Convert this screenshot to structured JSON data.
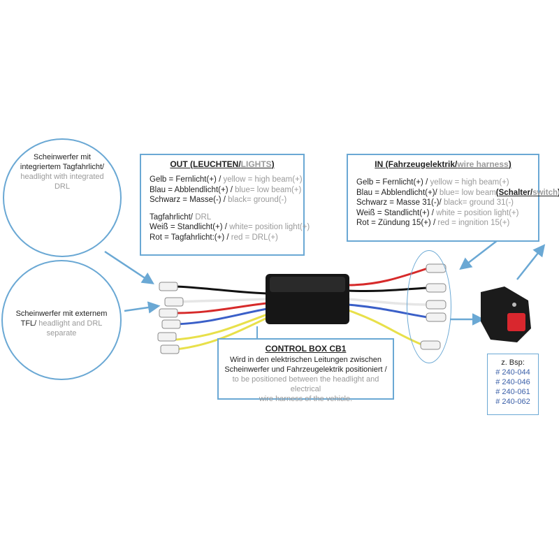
{
  "out_box": {
    "title_de": "OUT (LEUCHTEN/",
    "title_en": "LIGHTS",
    "title_end": ")",
    "lines": [
      {
        "de": "Gelb = Fernlicht(+) / ",
        "en": "yellow = high beam(+)"
      },
      {
        "de": "Blau = Abblendlicht(+) / ",
        "en": "blue= low beam(+)"
      },
      {
        "de": "Schwarz = Masse(-) / ",
        "en": "black= ground(-)"
      }
    ],
    "drl_header_de": "Tagfahrlicht/ ",
    "drl_header_en": "DRL",
    "lines2": [
      {
        "de": "Weiß = Standlicht(+) / ",
        "en": "white= position light(+)"
      },
      {
        "de": "Rot = Tagfahrlicht:(+) / ",
        "en": "red = DRL(+)"
      }
    ]
  },
  "in_box": {
    "title_de": "IN (Fahrzeugelektrik/",
    "title_en": "wire harness",
    "title_end": ")",
    "lines": [
      {
        "de": "Gelb = Fernlicht(+) / ",
        "en": "yellow = high beam(+)"
      },
      {
        "de": "Blau = Abblendlicht(+)/ ",
        "en": "blue= low beam"
      },
      {
        "de": "Schwarz = Masse  31(-)/ ",
        "en": "black= ground 31(-)"
      },
      {
        "de": "Weiß = Standlicht(+) / ",
        "en": "white = position light(+)"
      },
      {
        "de": "Rot = Zündung 15(+) / ",
        "en": "red = ingnition 15(+)"
      }
    ],
    "switch_de": "(Schalter/",
    "switch_en": "switch",
    "switch_end": ")"
  },
  "circle_top": {
    "de_1": "Scheinwerfer mit",
    "de_2": "integriertem Tagfahrlicht/",
    "en_1": "headlight with integrated",
    "en_2": "DRL"
  },
  "circle_bottom": {
    "de_1": "Scheinwerfer mit externem",
    "de_2": "TFL/ ",
    "en_2": "headlight and DRL",
    "en_3": "separate"
  },
  "control_box": {
    "title": "CONTROL BOX CB1",
    "de_1": "Wird in den elektrischen Leitungen zwischen",
    "de_2": "Scheinwerfer und Fahrzeugelektrik positioniert /",
    "en_1": "to be positioned between the headlight and electrical",
    "en_2": "wire harness of the vehicle."
  },
  "example_box": {
    "title": "z. Bsp:",
    "items": [
      "# 240-044",
      "# 240-046",
      "# 240-061",
      "# 240-062"
    ]
  },
  "colors": {
    "accent": "#6aa8d4",
    "wire_red": "#d62a2a",
    "wire_blue": "#3a5fc8",
    "wire_yellow": "#e8e04a",
    "wire_black": "#111111",
    "wire_white": "#eeeeee"
  }
}
